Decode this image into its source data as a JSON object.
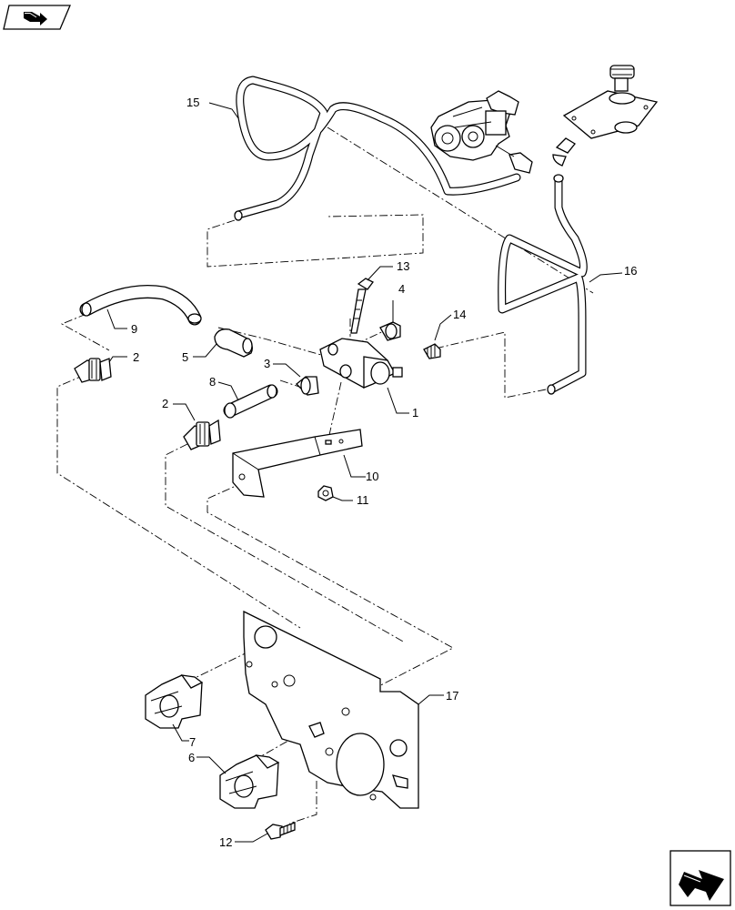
{
  "nav": {
    "prev_icon": "back-arrow-icon",
    "next_icon": "forward-arrow-icon"
  },
  "callouts": {
    "c1": "1",
    "c2a": "2",
    "c2b": "2",
    "c3": "3",
    "c4": "4",
    "c5": "5",
    "c6": "6",
    "c7": "7",
    "c8": "8",
    "c9": "9",
    "c10": "10",
    "c11": "11",
    "c12": "12",
    "c13": "13",
    "c14": "14",
    "c15": "15",
    "c16": "16",
    "c17": "17"
  }
}
